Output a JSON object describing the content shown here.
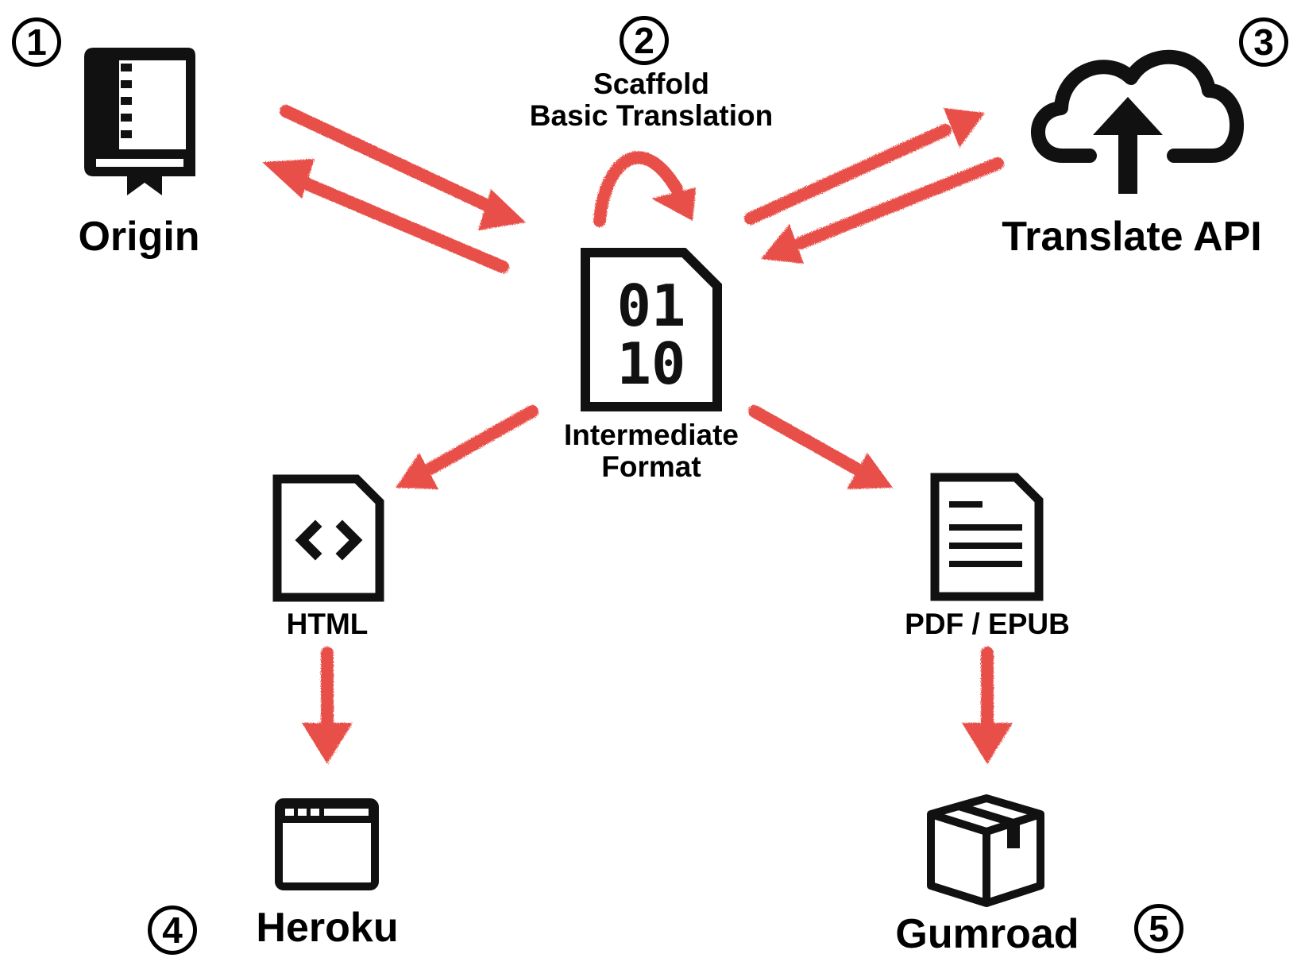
{
  "colors": {
    "arrow": "#e8504a",
    "icon": "#111111",
    "background": "#ffffff"
  },
  "nodes": {
    "origin": {
      "label": "Origin",
      "step": "1",
      "icon": "book-icon"
    },
    "scaffold": {
      "label_line1": "Scaffold",
      "label_line2": "Basic Translation",
      "step": "2"
    },
    "translate_api": {
      "label": "Translate API",
      "step": "3",
      "icon": "cloud-upload-icon"
    },
    "intermediate": {
      "label_line1": "Intermediate",
      "label_line2": "Format",
      "icon": "binary-file-icon",
      "icon_line1": "01",
      "icon_line2": "10"
    },
    "html": {
      "label": "HTML",
      "icon": "code-file-icon"
    },
    "pdf_epub": {
      "label": "PDF / EPUB",
      "icon": "document-file-icon"
    },
    "heroku": {
      "label": "Heroku",
      "step": "4",
      "icon": "browser-window-icon"
    },
    "gumroad": {
      "label": "Gumroad",
      "step": "5",
      "icon": "package-box-icon"
    }
  },
  "arrows": [
    {
      "from": "origin",
      "to": "intermediate"
    },
    {
      "from": "intermediate",
      "to": "origin"
    },
    {
      "from": "intermediate",
      "to": "intermediate",
      "label": "scaffold"
    },
    {
      "from": "intermediate",
      "to": "translate_api"
    },
    {
      "from": "translate_api",
      "to": "intermediate"
    },
    {
      "from": "intermediate",
      "to": "html"
    },
    {
      "from": "intermediate",
      "to": "pdf_epub"
    },
    {
      "from": "html",
      "to": "heroku"
    },
    {
      "from": "pdf_epub",
      "to": "gumroad"
    }
  ]
}
